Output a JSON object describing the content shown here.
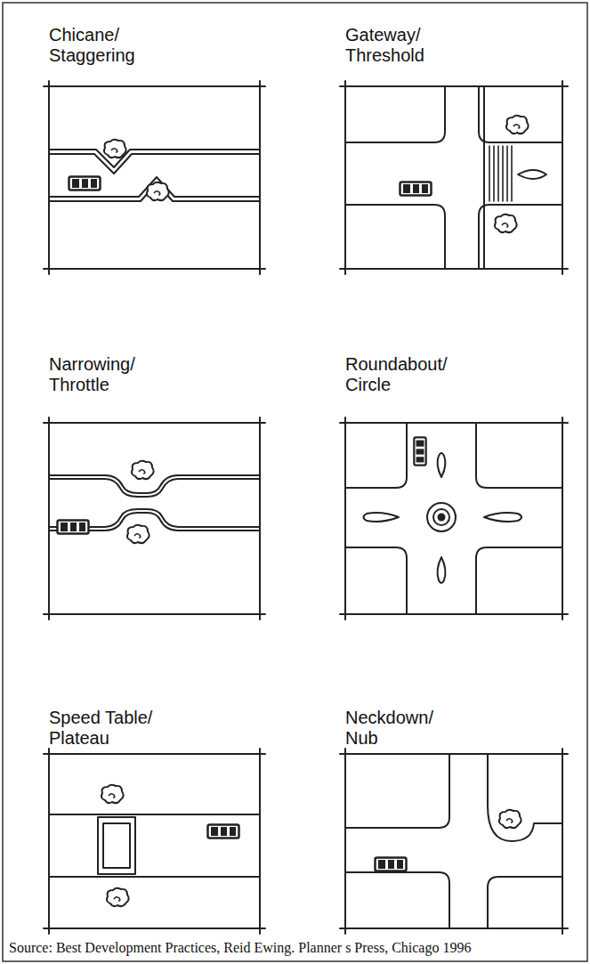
{
  "diagram": {
    "nodes": [
      {
        "text": [
          "Chicane/ Staggering"
        ]
      },
      {
        "text": [
          "Gateway/ Threshold"
        ]
      },
      {
        "text": [
          "Narrowing/ Throttle"
        ]
      },
      {
        "text": [
          "Roundabout/ Circle"
        ]
      },
      {
        "text": [
          "Speed Table/ Plateau"
        ]
      },
      {
        "text": [
          "Neckdown/ Nub"
        ]
      }
    ],
    "caption": "Source: Best Development Practices, Reid Ewing. Planner s Press, Chicago 1996"
  }
}
